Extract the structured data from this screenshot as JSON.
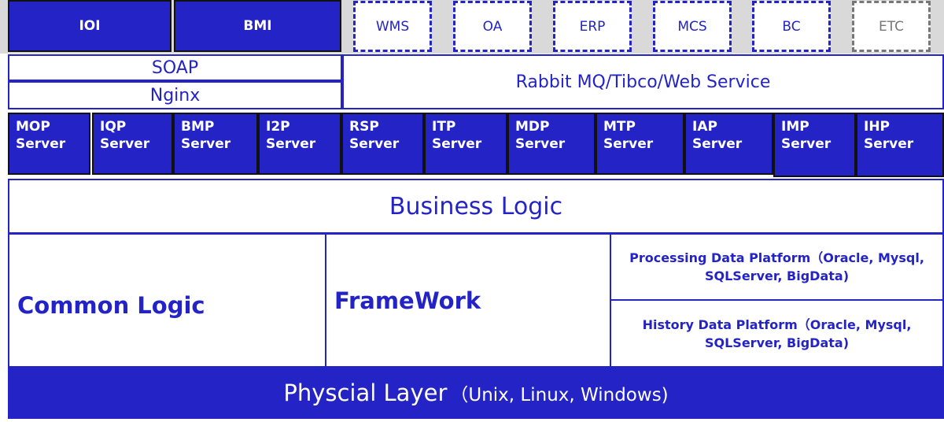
{
  "top_row": {
    "solid": [
      "IOI",
      "BMI"
    ],
    "dashed": [
      "WMS",
      "OA",
      "ERP",
      "MCS",
      "BC",
      "ETC"
    ]
  },
  "protocols": {
    "soap": "SOAP",
    "nginx": "Nginx",
    "mq": "Rabbit MQ/Tibco/Web Service"
  },
  "servers": [
    {
      "name": "MOP",
      "suffix": "Server"
    },
    {
      "name": "IQP",
      "suffix": "Server"
    },
    {
      "name": "BMP",
      "suffix": "Server"
    },
    {
      "name": "I2P",
      "suffix": "Server"
    },
    {
      "name": "RSP",
      "suffix": "Server"
    },
    {
      "name": "ITP",
      "suffix": "Server"
    },
    {
      "name": "MDP",
      "suffix": "Server"
    },
    {
      "name": "MTP",
      "suffix": "Server"
    },
    {
      "name": "IAP",
      "suffix": "Server"
    },
    {
      "name": "IMP",
      "suffix": "Server"
    },
    {
      "name": "IHP",
      "suffix": "Server"
    }
  ],
  "business_logic": "Business Logic",
  "common_logic": "Common Logic",
  "framework": "FrameWork",
  "processing_platform": {
    "line1": "Processing Data Platform（Oracle, Mysql,",
    "line2": "SQLServer, BigData)"
  },
  "history_platform": {
    "line1": "History Data Platform（Oracle, Mysql,",
    "line2": "SQLServer, BigData)"
  },
  "physical_layer": {
    "title": "Physcial Layer",
    "detail": "（Unix, Linux, Windows)"
  },
  "colors": {
    "primary_blue": "#2424c6",
    "background_grey": "#d9d9d9",
    "etc_grey": "#777777"
  }
}
